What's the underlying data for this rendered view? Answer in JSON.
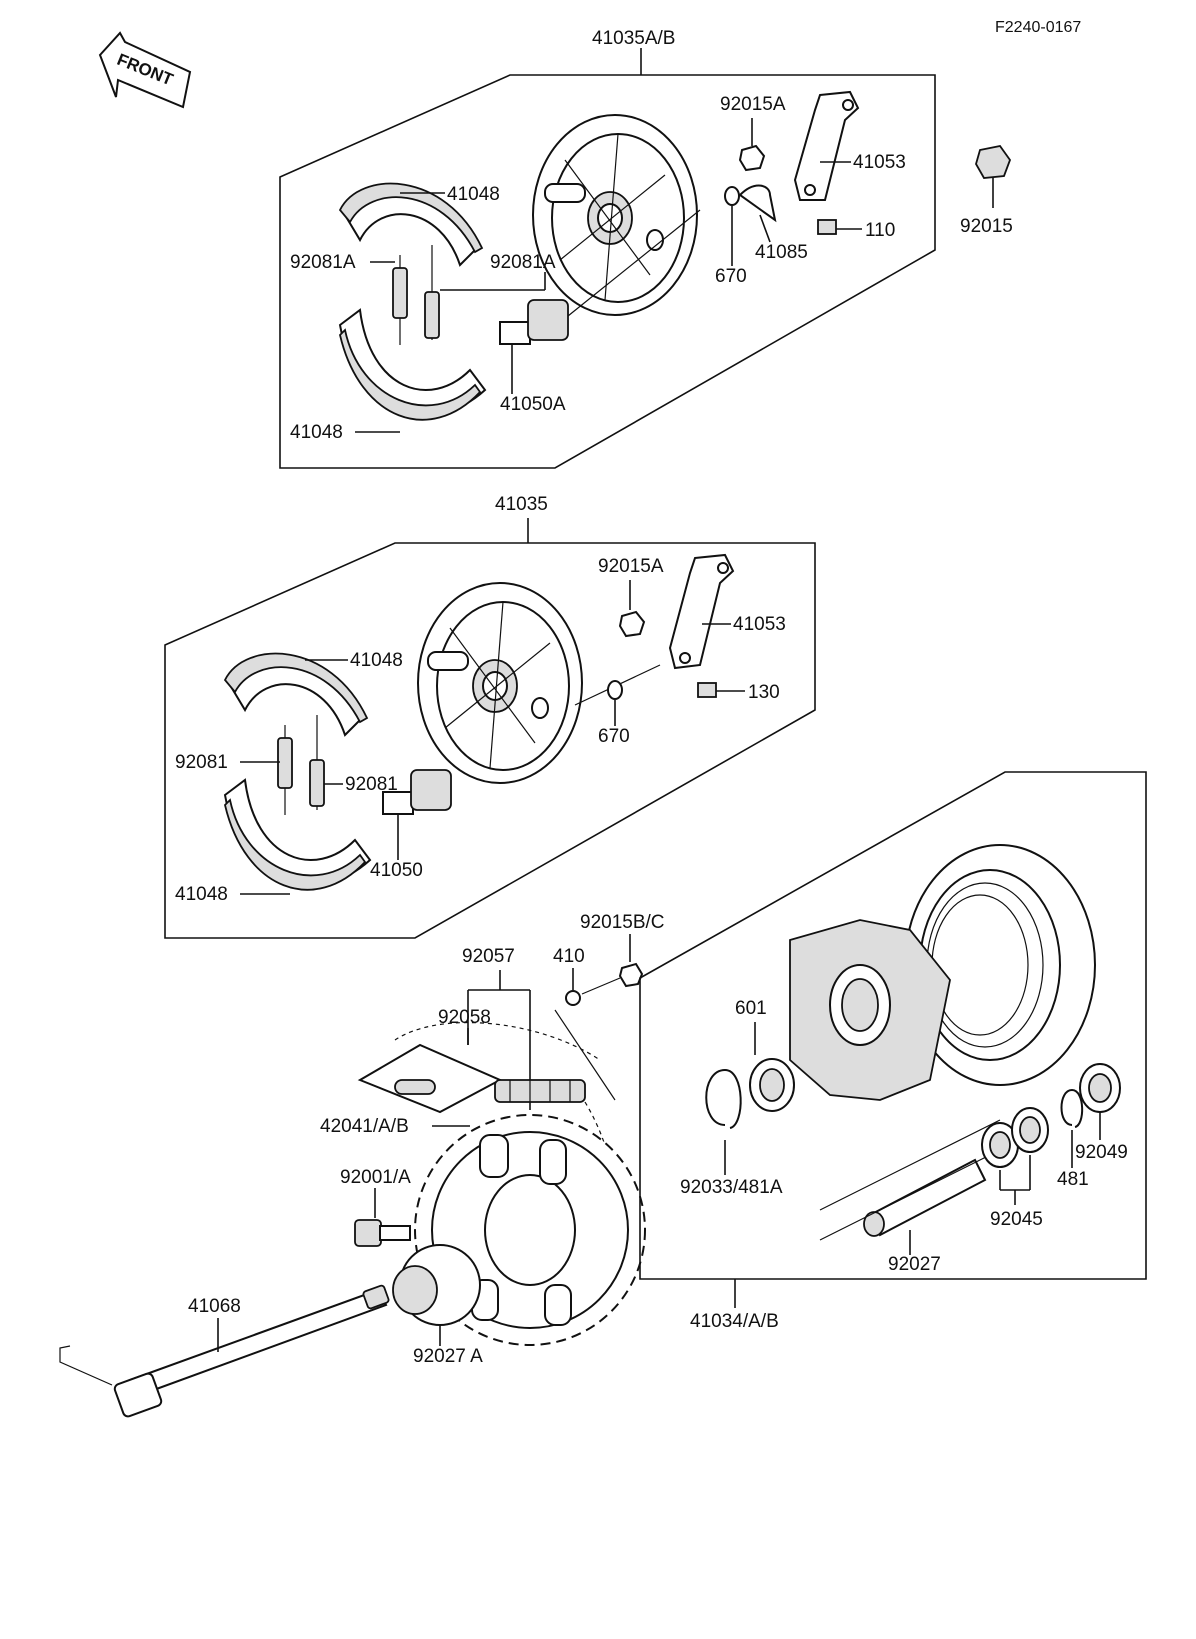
{
  "ref_code": "F2240-0167",
  "front_label": "FRONT",
  "labels": {
    "assy_top": "41035A/B",
    "assy_mid": "41035",
    "hub_assy": "41034/A/B",
    "top_nut_92015A": "92015A",
    "top_lever_41053": "41053",
    "nut_92015": "92015",
    "top_shoe_upper": "41048",
    "top_bolt_110": "110",
    "top_41085": "41085",
    "top_seal_670": "670",
    "top_spring_left": "92081A",
    "top_spring_right": "92081A",
    "top_cam_41050A": "41050A",
    "top_shoe_lower": "41048",
    "mid_nut_92015A": "92015A",
    "mid_lever_41053": "41053",
    "mid_shoe_upper": "41048",
    "mid_bolt_130": "130",
    "mid_seal_670": "670",
    "mid_spring_left": "92081",
    "mid_spring_right": "92081",
    "mid_cam_41050": "41050",
    "mid_shoe_lower": "41048",
    "chain_nut": "92015B/C",
    "chain_410": "410",
    "chain_92057": "92057",
    "chain_92058": "92058",
    "sprocket": "42041/A/B",
    "sprocket_bolt": "92001/A",
    "axle": "41068",
    "collar_92027A": "92027 A",
    "bearing_601": "601",
    "circlip_92033": "92033/481A",
    "collar_92027": "92027",
    "bearing_92045": "92045",
    "circlip_481": "481",
    "seal_92049": "92049"
  },
  "colors": {
    "ink": "#111111",
    "paper": "#ffffff"
  }
}
